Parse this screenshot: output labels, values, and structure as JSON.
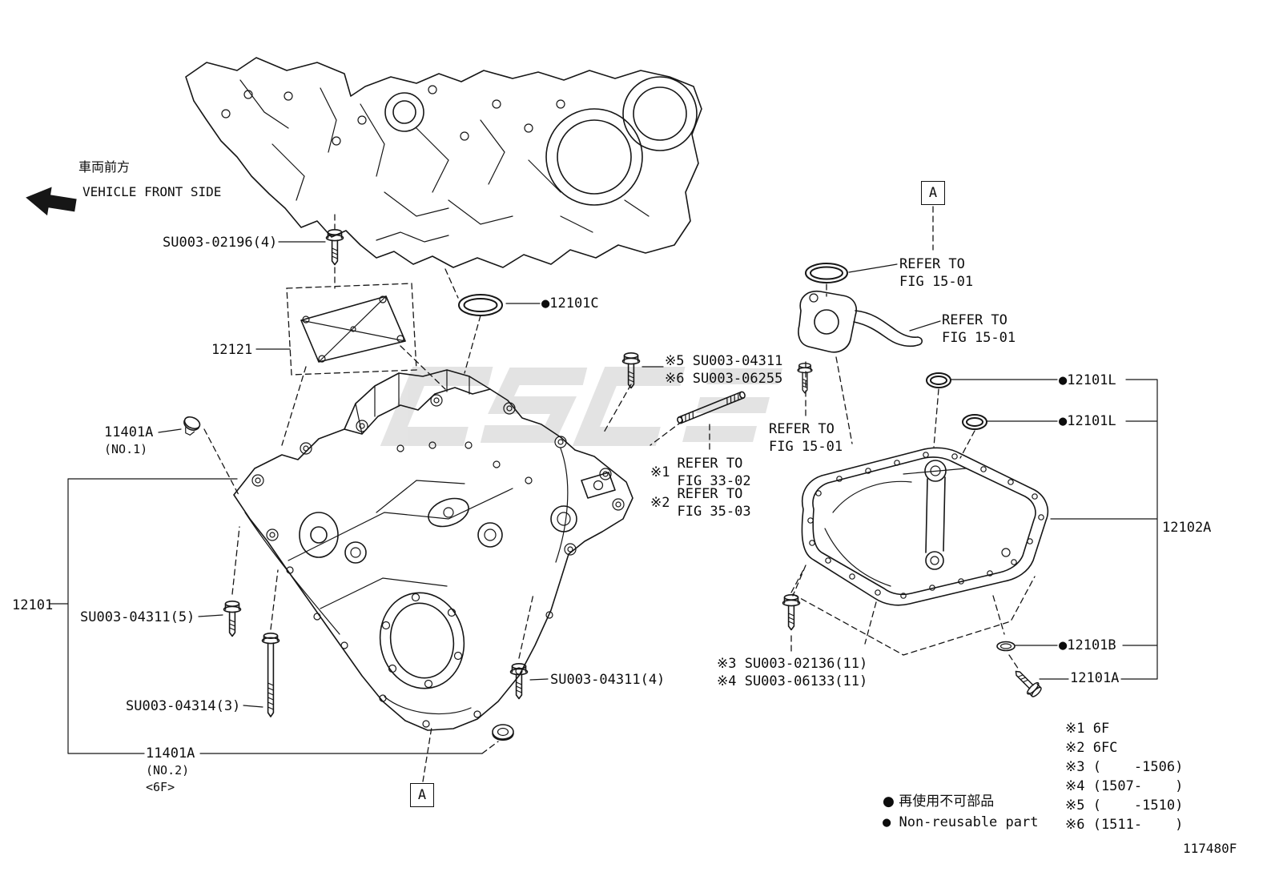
{
  "direction_note": {
    "jp": "車両前方",
    "en": "VEHICLE FRONT SIDE"
  },
  "detail_view_marker": "A",
  "parts": {
    "bolt_su003_02196": "SU003-02196(4)",
    "baffle_12121": "12121",
    "oring_12101c": "●12101C",
    "plug_11401a_no1_l1": "11401A",
    "plug_11401a_no1_l2": "(NO.1)",
    "pan_upper_12101": "12101",
    "bolt_su003_04311_5": "SU003-04311(5)",
    "bolt_su003_04314_3": "SU003-04314(3)",
    "plug_11401a_no2_l1": "11401A",
    "plug_11401a_no2_l2": "(NO.2)",
    "plug_11401a_no2_l3": "<6F>",
    "bolt_su003_04311_4": "SU003-04311(4)",
    "oring_12101l_1": "●12101L",
    "oring_12101l_2": "●12101L",
    "pan_lower_12102a": "12102A",
    "gasket_12101b": "●12101B",
    "drain_plug_12101a": "12101A"
  },
  "notes": {
    "note_5_6_l1": "※5 SU003-04311",
    "note_5_6_l2": "※6 SU003-06255",
    "note_3_4_l1": "※3 SU003-02136(11)",
    "note_3_4_l2": "※4 SU003-06133(11)",
    "refer_15_01_l1": "REFER TO",
    "refer_15_01_l2": "FIG 15-01",
    "refer_33_02_mark": "※1",
    "refer_33_02_l1": "REFER TO",
    "refer_33_02_l2": "FIG 33-02",
    "refer_35_03_mark": "※2",
    "refer_35_03_l1": "REFER TO",
    "refer_35_03_l2": "FIG 35-03"
  },
  "legend": {
    "items": [
      "※1 6F",
      "※2 6FC",
      "※3 (    -1506)",
      "※4 (1507-    )",
      "※5 (    -1510)",
      "※6 (1511-    )"
    ],
    "non_reusable_jp": "● 再使用不可部品",
    "non_reusable_en": "● Non-reusable part"
  },
  "figure_code": "117480F"
}
